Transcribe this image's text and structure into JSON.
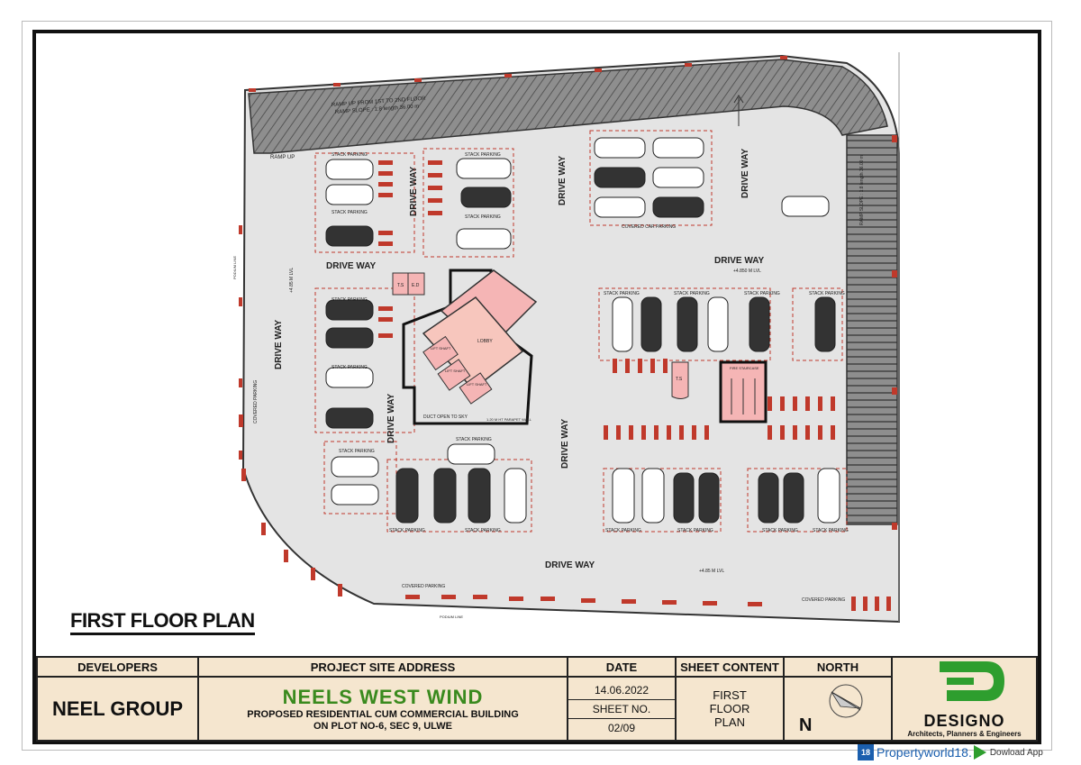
{
  "plan": {
    "title": "FIRST FLOOR PLAN",
    "labels": {
      "ramp_note_1": "RAMP UP FROM 1ST TO 2ND FLOOR",
      "ramp_note_2": "RAMP SLOPE : 1:8 length 36.00 m",
      "ramp_up": "RAMP UP",
      "drive_way": "DRIVE WAY",
      "stack_parking": "STACK PARKING",
      "covered_car_parking": "COVERED CAR PARKING",
      "covered_parking": "COVERED PARKING",
      "lobby": "LOBBY",
      "lift_shaft": "LIFT SHAFT",
      "fire_staircase": "FIRE STAIRCASE",
      "duct": "DUCT OPEN TO SKY",
      "parapet": "1.20 M HT PARAPET WALL",
      "level_1": "+4.850 M LVL",
      "level_2": "+4.85 M LVL",
      "podium_line": "PODIUM LINE",
      "ts": "T.S",
      "ed": "E.D"
    }
  },
  "title_block": {
    "developers_header": "DEVELOPERS",
    "developer": "NEEL GROUP",
    "address_header": "PROJECT SITE ADDRESS",
    "project_name": "NEELS WEST WIND",
    "project_desc_1": "PROPOSED RESIDENTIAL CUM COMMERCIAL BUILDING",
    "project_desc_2": "ON PLOT NO-6, SEC 9, ULWE",
    "date_header": "DATE",
    "date": "14.06.2022",
    "sheet_no_label": "SHEET NO.",
    "sheet_no": "02/09",
    "content_header": "SHEET CONTENT",
    "content": "FIRST FLOOR PLAN",
    "north_header": "NORTH",
    "north_letter": "N",
    "firm_name": "DESIGNO",
    "firm_tagline": "Architects, Planners & Engineers"
  },
  "watermark": {
    "site": "Propertyworld18.",
    "app": "Dowload App"
  }
}
